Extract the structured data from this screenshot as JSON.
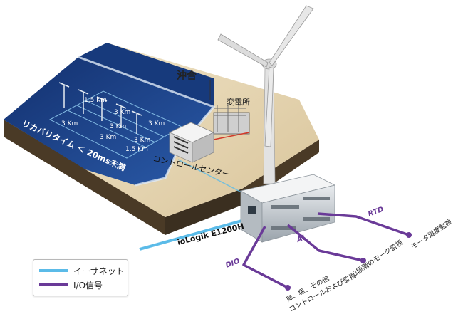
{
  "labels": {
    "offshore": "沖合",
    "substation": "変電所",
    "control_center": "コントロールセンター",
    "recovery_time": "リカバリタイム ＜ 20ms未満",
    "product": "ioLogik E1200H",
    "dio": "DIO",
    "ai": "AI",
    "rtd": "RTD",
    "monitor_1": "扉、塚、その他",
    "monitor_1b": "コントロールおよび監視",
    "monitor_2": "3段階のモータ監視",
    "monitor_3": "モータ温度監視"
  },
  "distances": [
    "1.5 Km",
    "3 Km",
    "3 Km",
    "3 Km",
    "3 Km",
    "3 Km",
    "1.5 Km",
    "3 Km"
  ],
  "legend": [
    {
      "label": "イーサネット",
      "color": "#5bbbe8"
    },
    {
      "label": "I/O信号",
      "color": "#6a3a98"
    }
  ],
  "colors": {
    "ethernet": "#5bbbe8",
    "io_signal": "#6a3a98",
    "ocean": "#1d3f86",
    "sand": "#e9d9b6"
  }
}
